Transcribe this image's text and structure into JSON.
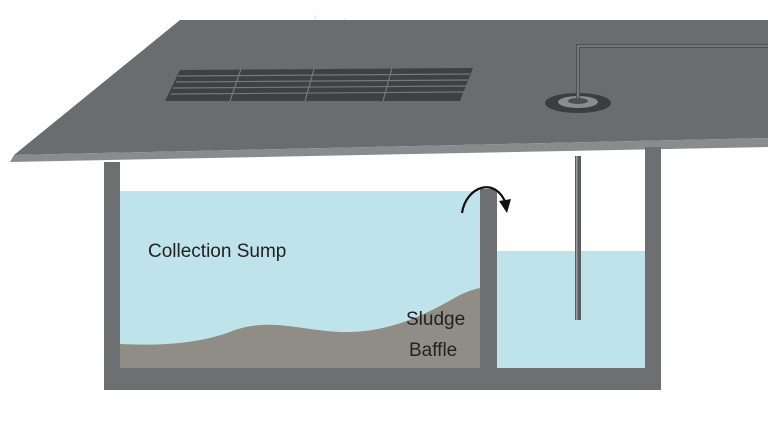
{
  "diagram": {
    "labels": {
      "collection_sump": "Collection Sump",
      "sludge": "Sludge",
      "baffle": "Baffle"
    },
    "icons": {
      "floor_grate": "floor-grate-icon",
      "floor_drain": "floor-drain-icon",
      "overflow_arrow": "curved-arrow-icon",
      "discharge_pipe": "pipe-icon"
    },
    "colors": {
      "slab": "#6b6c6f",
      "slab_edge": "#8a8b8e",
      "tank_wall": "#6e6f72",
      "water": "#bfe3ea",
      "sludge": "#8f8d85",
      "grate": "#4a4b4e",
      "pipe": "#5a5c5f"
    }
  }
}
